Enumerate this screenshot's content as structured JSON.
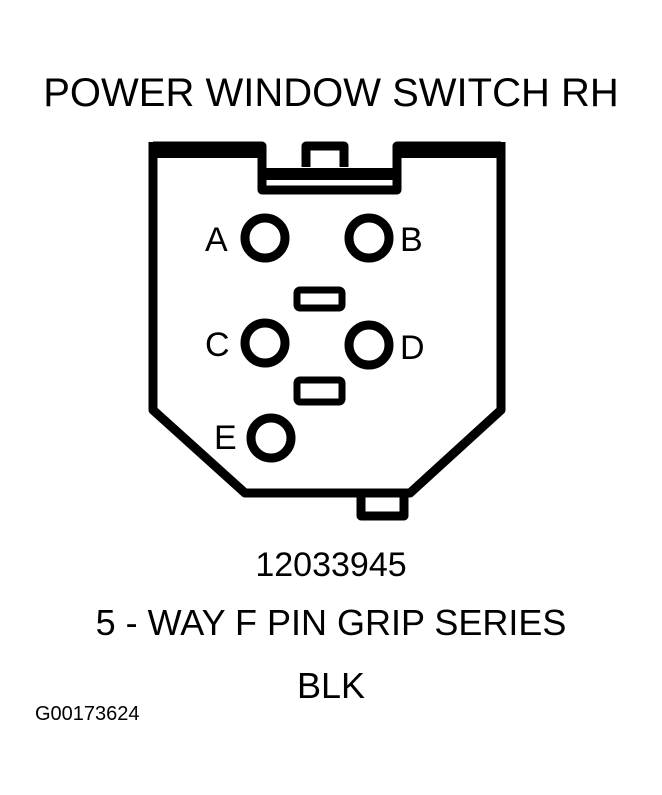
{
  "title": "POWER WINDOW SWITCH RH",
  "connector": {
    "pins": [
      {
        "label": "A"
      },
      {
        "label": "B"
      },
      {
        "label": "C"
      },
      {
        "label": "D"
      },
      {
        "label": "E"
      }
    ],
    "part_number": "12033945",
    "description": "5 - WAY F PIN GRIP SERIES",
    "color": "BLK"
  },
  "figure_id": "G00173624",
  "colors": {
    "line": "#000000",
    "background": "#ffffff"
  }
}
